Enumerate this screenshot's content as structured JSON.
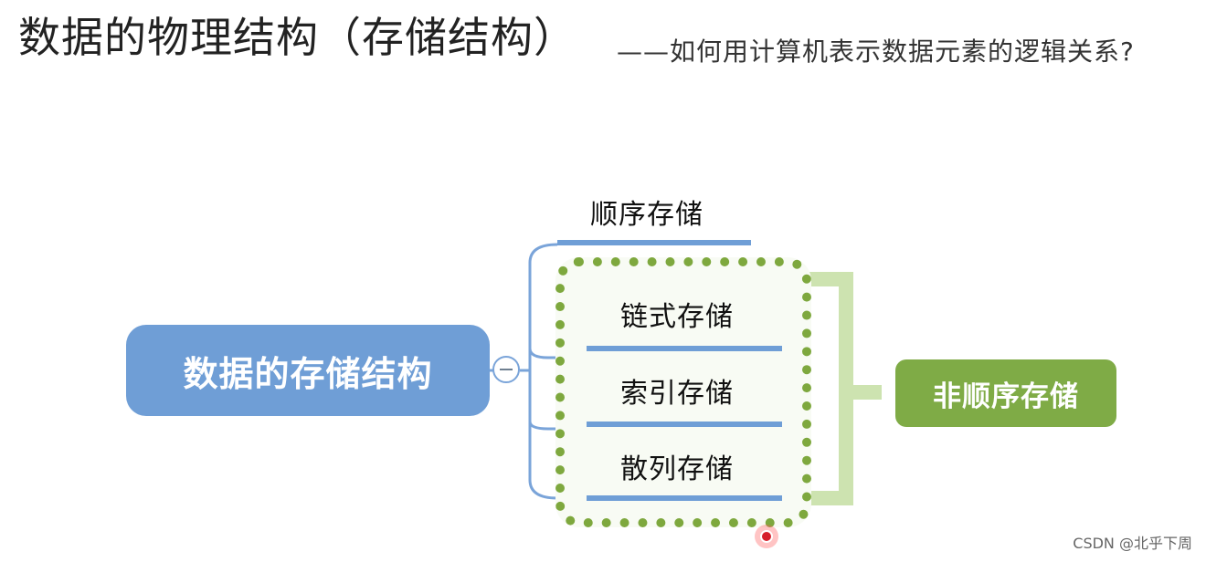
{
  "title": "数据的物理结构（存储结构）",
  "subtitle": "——如何用计算机表示数据元素的逻辑关系?",
  "diagram": {
    "root": "数据的存储结构",
    "branches": [
      "顺序存储",
      "链式存储",
      "索引存储",
      "散列存储"
    ],
    "group_label": "非顺序存储"
  },
  "watermark": "CSDN @北乎下周",
  "colors": {
    "root_blue": "#6f9ed6",
    "line_blue": "#6f9ed6",
    "dotted_green": "#7ea83e",
    "group_green": "#7fab46",
    "bracket_green": "#cde3b0",
    "marker_red": "#d61f2b"
  }
}
